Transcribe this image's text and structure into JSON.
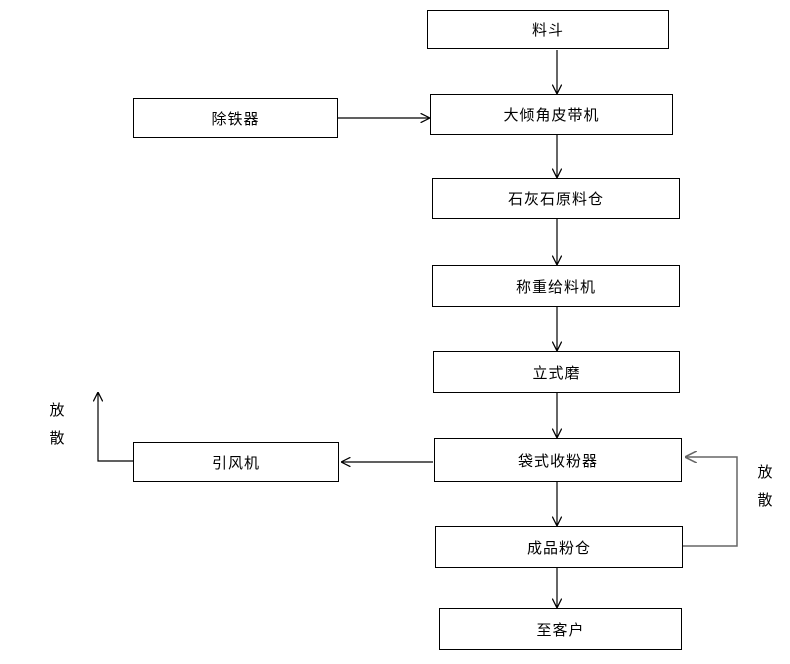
{
  "nodes": {
    "hopper": "料斗",
    "iron_remover": "除铁器",
    "belt_conveyor": "大倾角皮带机",
    "limestone_silo": "石灰石原料仓",
    "weigh_feeder": "称重给料机",
    "vertical_mill": "立式磨",
    "bag_collector": "袋式收粉器",
    "induced_fan": "引风机",
    "product_silo": "成品粉仓",
    "to_customer": "至客户"
  },
  "labels": {
    "vent_left": [
      "放",
      "散"
    ],
    "vent_right": [
      "放",
      "散"
    ]
  }
}
